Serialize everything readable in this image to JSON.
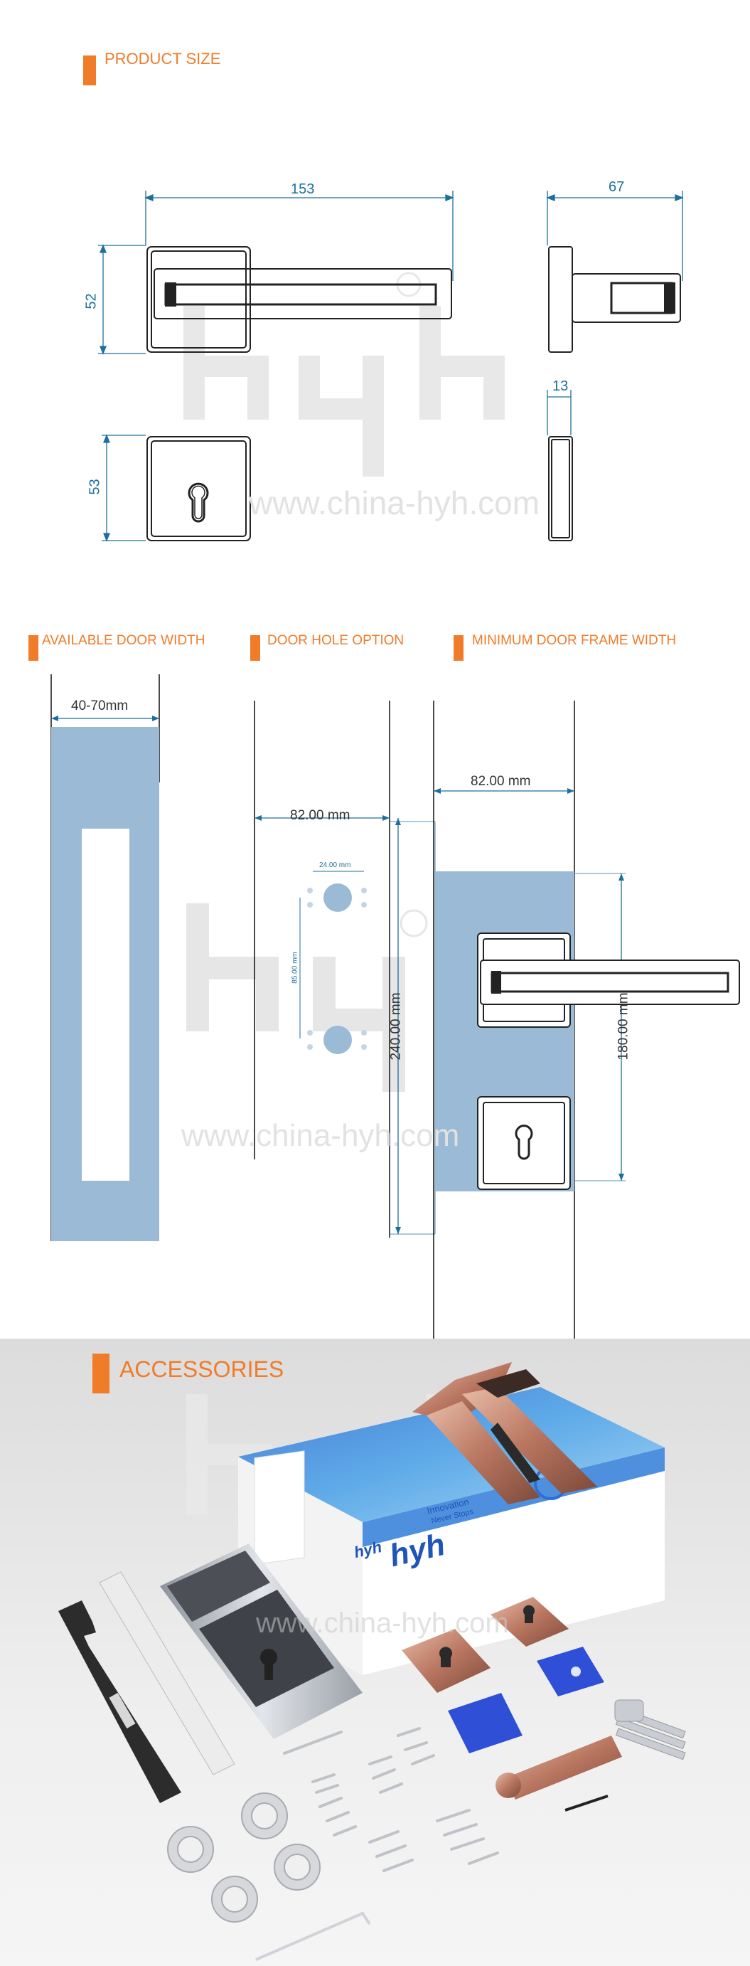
{
  "product_size": {
    "heading": "PRODUCT SIZE",
    "dimensions": {
      "width": "153",
      "height_handle": "52",
      "side_depth": "67",
      "escutcheon_height": "53",
      "escutcheon_thickness": "13"
    }
  },
  "watermark": {
    "url": "www.china-hyh.com",
    "brand": "hyh"
  },
  "door_info": {
    "door_width": {
      "heading": "AVAILABLE DOOR WIDTH",
      "value": "40-70mm"
    },
    "door_hole": {
      "heading": "DOOR HOLE OPTION",
      "backset": "82.00 mm",
      "center_to_center": "240.00 mm",
      "hole_spacing": "24.00 mm",
      "vertical_spacing": "85.00 mm"
    },
    "door_frame": {
      "heading": "MINIMUM DOOR FRAME WIDTH",
      "value": "82.00 mm",
      "height": "180.00 mm"
    }
  },
  "accessories": {
    "heading": "ACCESSORIES",
    "box_brand": "hyh",
    "box_slogan_line1": "Innovation",
    "box_slogan_line2": "Never Stops"
  },
  "colors": {
    "accent": "#f07c2a",
    "dimension": "#1d6f9c",
    "door_fill": "#9bbad6",
    "rose_gold": "#c9907c"
  }
}
